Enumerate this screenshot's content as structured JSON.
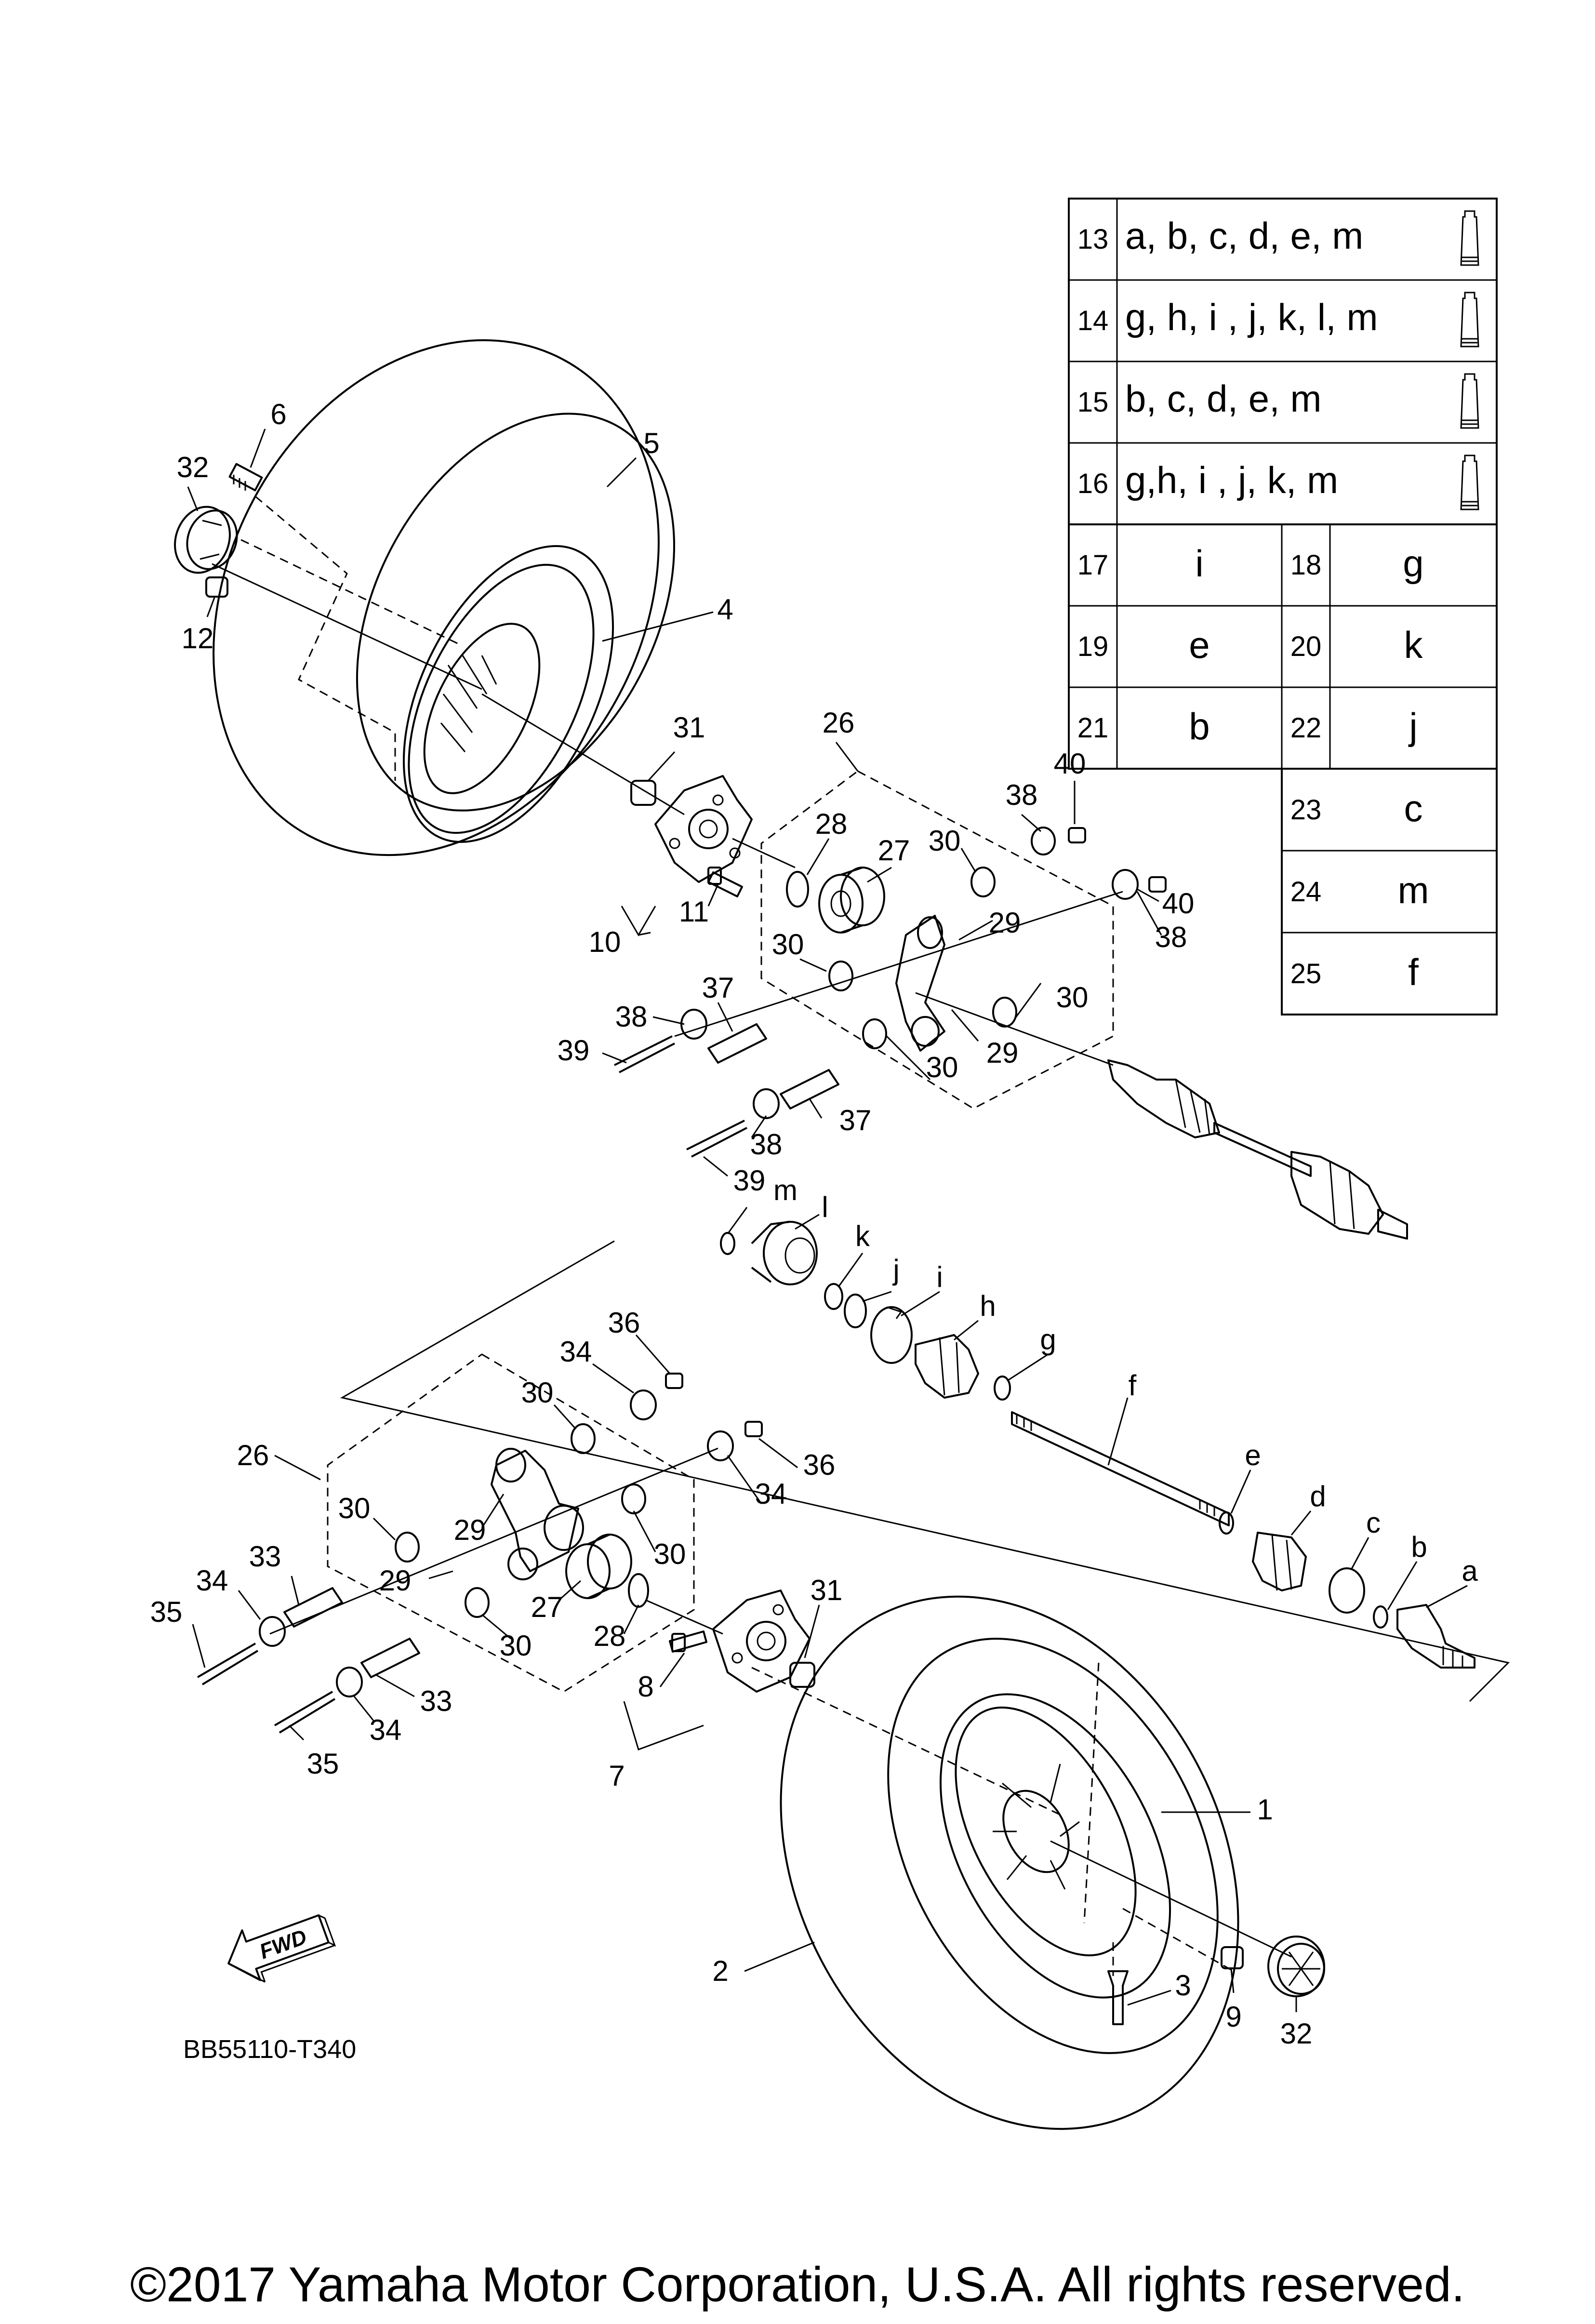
{
  "table": {
    "wide_rows": [
      {
        "index": "13",
        "text": "a, b, c, d, e, m",
        "icon": "grease-tube-icon"
      },
      {
        "index": "14",
        "text": "g, h, i , j, k, l, m",
        "icon": "grease-tube-icon"
      },
      {
        "index": "15",
        "text": "b, c, d, e, m",
        "icon": "grease-tube-icon"
      },
      {
        "index": "16",
        "text": "g,h, i , j, k, m",
        "icon": "grease-tube-icon"
      }
    ],
    "pair_rows": [
      {
        "a_index": "17",
        "a_text": "i",
        "b_index": "18",
        "b_text": "g"
      },
      {
        "a_index": "19",
        "a_text": "e",
        "b_index": "20",
        "b_text": "k"
      },
      {
        "a_index": "21",
        "a_text": "b",
        "b_index": "22",
        "b_text": "j"
      }
    ],
    "single_rows": [
      {
        "index": "23",
        "text": "c"
      },
      {
        "index": "24",
        "text": "m"
      },
      {
        "index": "25",
        "text": "f"
      }
    ]
  },
  "callouts": [
    {
      "id": "c-6",
      "text": "6"
    },
    {
      "id": "c-32a",
      "text": "32"
    },
    {
      "id": "c-5",
      "text": "5"
    },
    {
      "id": "c-12",
      "text": "12"
    },
    {
      "id": "c-4",
      "text": "4"
    },
    {
      "id": "c-31a",
      "text": "31"
    },
    {
      "id": "c-26a",
      "text": "26"
    },
    {
      "id": "c-40a",
      "text": "40"
    },
    {
      "id": "c-38a",
      "text": "38"
    },
    {
      "id": "c-28a",
      "text": "28"
    },
    {
      "id": "c-27a",
      "text": "27"
    },
    {
      "id": "c-30a",
      "text": "30"
    },
    {
      "id": "c-40b",
      "text": "40"
    },
    {
      "id": "c-11",
      "text": "11"
    },
    {
      "id": "c-10",
      "text": "10"
    },
    {
      "id": "c-29a",
      "text": "29"
    },
    {
      "id": "c-38b",
      "text": "38"
    },
    {
      "id": "c-30b",
      "text": "30"
    },
    {
      "id": "c-30c",
      "text": "30"
    },
    {
      "id": "c-37a",
      "text": "37"
    },
    {
      "id": "c-38c",
      "text": "38"
    },
    {
      "id": "c-39a",
      "text": "39"
    },
    {
      "id": "c-29b",
      "text": "29"
    },
    {
      "id": "c-30d",
      "text": "30"
    },
    {
      "id": "c-37b",
      "text": "37"
    },
    {
      "id": "c-38d",
      "text": "38"
    },
    {
      "id": "c-39b",
      "text": "39"
    },
    {
      "id": "c-m",
      "text": "m"
    },
    {
      "id": "c-l",
      "text": "l"
    },
    {
      "id": "c-k",
      "text": "k"
    },
    {
      "id": "c-j",
      "text": "j"
    },
    {
      "id": "c-i",
      "text": "i"
    },
    {
      "id": "c-h",
      "text": "h"
    },
    {
      "id": "c-g",
      "text": "g"
    },
    {
      "id": "c-f",
      "text": "f"
    },
    {
      "id": "c-e",
      "text": "e"
    },
    {
      "id": "c-d",
      "text": "d"
    },
    {
      "id": "c-c",
      "text": "c"
    },
    {
      "id": "c-b",
      "text": "b"
    },
    {
      "id": "c-a",
      "text": "a"
    },
    {
      "id": "c-36a",
      "text": "36"
    },
    {
      "id": "c-34a",
      "text": "34"
    },
    {
      "id": "c-30e",
      "text": "30"
    },
    {
      "id": "c-36b",
      "text": "36"
    },
    {
      "id": "c-34b",
      "text": "34"
    },
    {
      "id": "c-26b",
      "text": "26"
    },
    {
      "id": "c-30f",
      "text": "30"
    },
    {
      "id": "c-29c",
      "text": "29"
    },
    {
      "id": "c-30g",
      "text": "30"
    },
    {
      "id": "c-33a",
      "text": "33"
    },
    {
      "id": "c-34c",
      "text": "34"
    },
    {
      "id": "c-35a",
      "text": "35"
    },
    {
      "id": "c-29d",
      "text": "29"
    },
    {
      "id": "c-27b",
      "text": "27"
    },
    {
      "id": "c-28b",
      "text": "28"
    },
    {
      "id": "c-30h",
      "text": "30"
    },
    {
      "id": "c-31b",
      "text": "31"
    },
    {
      "id": "c-8",
      "text": "8"
    },
    {
      "id": "c-33b",
      "text": "33"
    },
    {
      "id": "c-34d",
      "text": "34"
    },
    {
      "id": "c-35b",
      "text": "35"
    },
    {
      "id": "c-7",
      "text": "7"
    },
    {
      "id": "c-1",
      "text": "1"
    },
    {
      "id": "c-2",
      "text": "2"
    },
    {
      "id": "c-3",
      "text": "3"
    },
    {
      "id": "c-9",
      "text": "9"
    },
    {
      "id": "c-32b",
      "text": "32"
    }
  ],
  "fwd_label": "FWD",
  "diagram_code": "BB55110-T340",
  "copyright": "©2017 Yamaha Motor Corporation, U.S.A. All rights reserved."
}
